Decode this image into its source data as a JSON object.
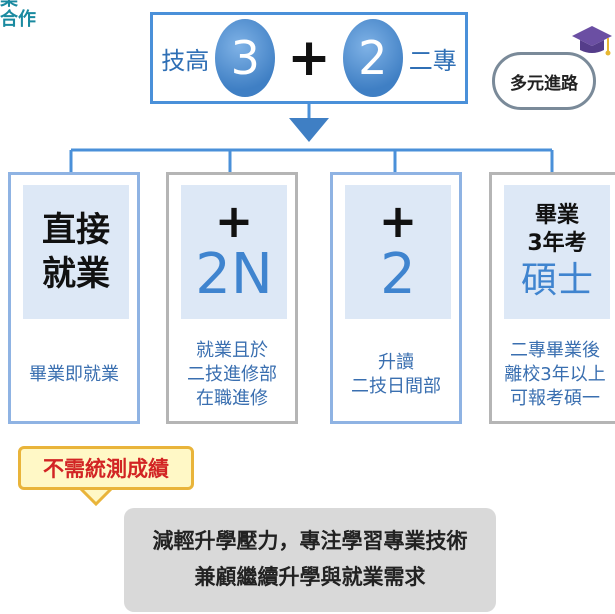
{
  "corner": {
    "line1": "業",
    "line2": "合作"
  },
  "header": {
    "left_text": "技高",
    "num_a": "3",
    "plus": "+",
    "num_b": "2",
    "right_text": "二專"
  },
  "badge": {
    "label": "多元進路"
  },
  "columns": [
    {
      "big_line1": "直接",
      "big_line2": "就業",
      "desc": "畢業即就業"
    },
    {
      "plus": "+",
      "number": "2N",
      "desc": "就業且於\n二技進修部\n在職進修"
    },
    {
      "plus": "+",
      "number": "2",
      "desc": "升讀\n二技日間部"
    },
    {
      "line1": "畢業",
      "line2": "3年考",
      "highlight": "碩士",
      "desc": "二專畢業後\n離校3年以上\n可報考碩一"
    }
  ],
  "callout": {
    "text": "不需統測成績"
  },
  "summary": {
    "line1": "減輕升學壓力，專注學習專業技術",
    "line2": "兼顧繼續升學與就業需求"
  },
  "colors": {
    "accent_blue": "#3f84cf",
    "border_blue": "#8fb3e3",
    "callout_red": "#d22424",
    "callout_fill": "#fff8c6"
  },
  "icons": {
    "badge_decoration": "graduation-cap-icon",
    "connector_arrow": "down-arrow-icon"
  }
}
